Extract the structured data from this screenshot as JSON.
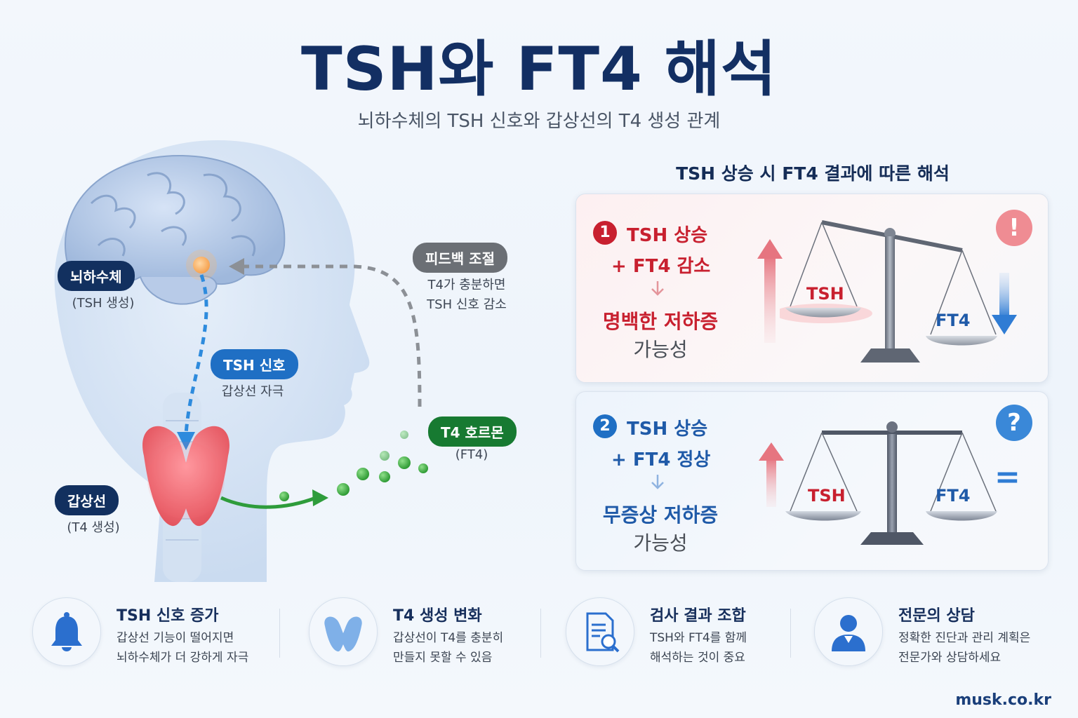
{
  "title": "TSH와 FT4 해석",
  "subtitle": "뇌하수체의 TSH 신호와 갑상선의 T4 생성 관계",
  "diagram": {
    "pituitary": {
      "label": "뇌하수체",
      "sub": "(TSH 생성)"
    },
    "tsh_signal": {
      "label": "TSH 신호",
      "sub": "갑상선 자극"
    },
    "thyroid": {
      "label": "갑상선",
      "sub": "(T4 생성)"
    },
    "feedback": {
      "label": "피드백 조절",
      "sub1": "T4가 충분하면",
      "sub2": "TSH 신호 감소"
    },
    "t4": {
      "label": "T4 호르몬",
      "sub": "(FT4)"
    }
  },
  "interpretation": {
    "title": "TSH 상승 시 FT4 결과에 따른 해석",
    "cases": [
      {
        "num": "1",
        "line1": "TSH 상승",
        "line2": "+ FT4 감소",
        "conclusion": "명백한 저하증",
        "possibility": "가능성",
        "scale_left": "TSH",
        "scale_right": "FT4",
        "badge": "!"
      },
      {
        "num": "2",
        "line1": "TSH 상승",
        "line2": "+ FT4 정상",
        "conclusion": "무증상 저하증",
        "possibility": "가능성",
        "scale_left": "TSH",
        "scale_right": "FT4",
        "badge": "?",
        "equal_sign": "="
      }
    ]
  },
  "bottom": [
    {
      "title": "TSH 신호 증가",
      "desc1": "갑상선 기능이 떨어지면",
      "desc2": "뇌하수체가 더 강하게 자극",
      "icon": "bell-icon"
    },
    {
      "title": "T4 생성 변화",
      "desc1": "갑상선이 T4를 충분히",
      "desc2": "만들지 못할 수 있음",
      "icon": "thyroid-icon"
    },
    {
      "title": "검사 결과 조합",
      "desc1": "TSH와 FT4를 함께",
      "desc2": "해석하는 것이 중요",
      "icon": "document-search-icon"
    },
    {
      "title": "전문의 상담",
      "desc1": "정확한 진단과 관리 계획은",
      "desc2": "전문가와 상담하세요",
      "icon": "doctor-icon"
    }
  ],
  "colors": {
    "navy": "#12305f",
    "red": "#c8202f",
    "blue": "#1f6fc4",
    "green": "#177a31"
  },
  "site": "musk.co.kr"
}
